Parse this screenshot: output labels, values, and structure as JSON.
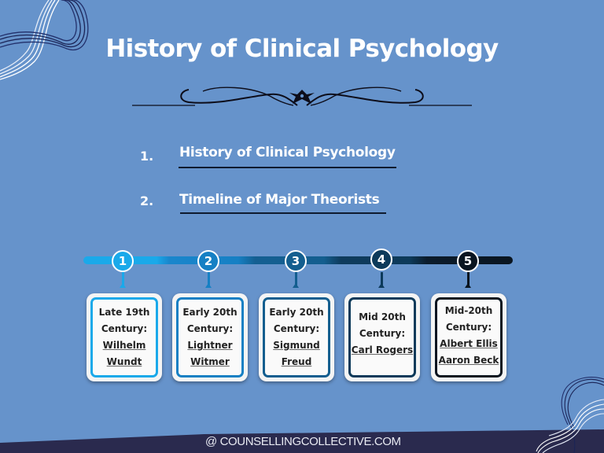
{
  "slide": {
    "title": "History of Clinical Psychology",
    "colors": {
      "background": "#6693cb",
      "footer_band": "#2a2a4e",
      "title_text": "#ffffff"
    }
  },
  "toc": {
    "items": [
      {
        "number": "1.",
        "label": "History of Clinical Psychology"
      },
      {
        "number": "2.",
        "label": "Timeline of Major Theorists"
      }
    ]
  },
  "timeline": {
    "steps": [
      {
        "number": "1",
        "period_line1": "Late 19th",
        "period_line2": "Century:",
        "names": [
          "Wilhelm",
          "Wundt"
        ],
        "color": "#1aa9ea"
      },
      {
        "number": "2",
        "period_line1": "Early 20th",
        "period_line2": "Century:",
        "names": [
          "Lightner",
          "Witmer"
        ],
        "color": "#1680c4"
      },
      {
        "number": "3",
        "period_line1": "Early 20th",
        "period_line2": "Century:",
        "names": [
          "Sigmund",
          "Freud"
        ],
        "color": "#135e8f"
      },
      {
        "number": "4",
        "period_line1": "Mid 20th",
        "period_line2": "Century:",
        "names": [
          "Carl Rogers"
        ],
        "color": "#0d3a5a"
      },
      {
        "number": "5",
        "period_line1": "Mid-20th",
        "period_line2": "Century:",
        "names": [
          "Albert Ellis",
          "Aaron Beck"
        ],
        "color": "#0a1520"
      }
    ]
  },
  "footer": {
    "text": "@ COUNSELLINGCOLLECTIVE.COM"
  },
  "icons": {
    "title_ornament": "flourish-divider-icon",
    "corner_top_left": "wavy-lines-decoration-icon",
    "corner_bottom_right": "wavy-lines-decoration-icon"
  }
}
